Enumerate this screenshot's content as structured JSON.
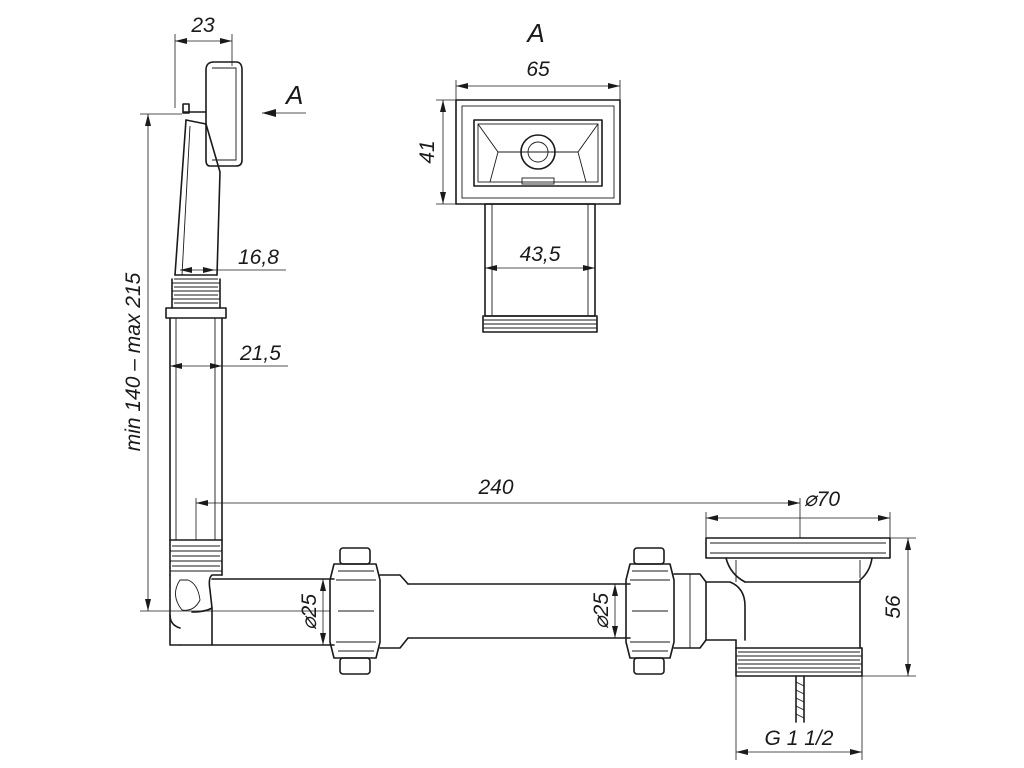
{
  "view_label": "A",
  "section_marker": "A",
  "dimensions": {
    "overflow_width": "23",
    "tube_upper_diameter": "16,8",
    "tube_lower_diameter": "21,5",
    "height_range": "min 140 – max 215",
    "horizontal_length": "240",
    "outlet_diameter": "⌀70",
    "pipe_diameter_left": "⌀25",
    "pipe_diameter_right": "⌀25",
    "outlet_height": "56",
    "thread_size": "G 1 1/2",
    "view_width": "65",
    "view_height": "41",
    "view_neck_width": "43,5"
  }
}
